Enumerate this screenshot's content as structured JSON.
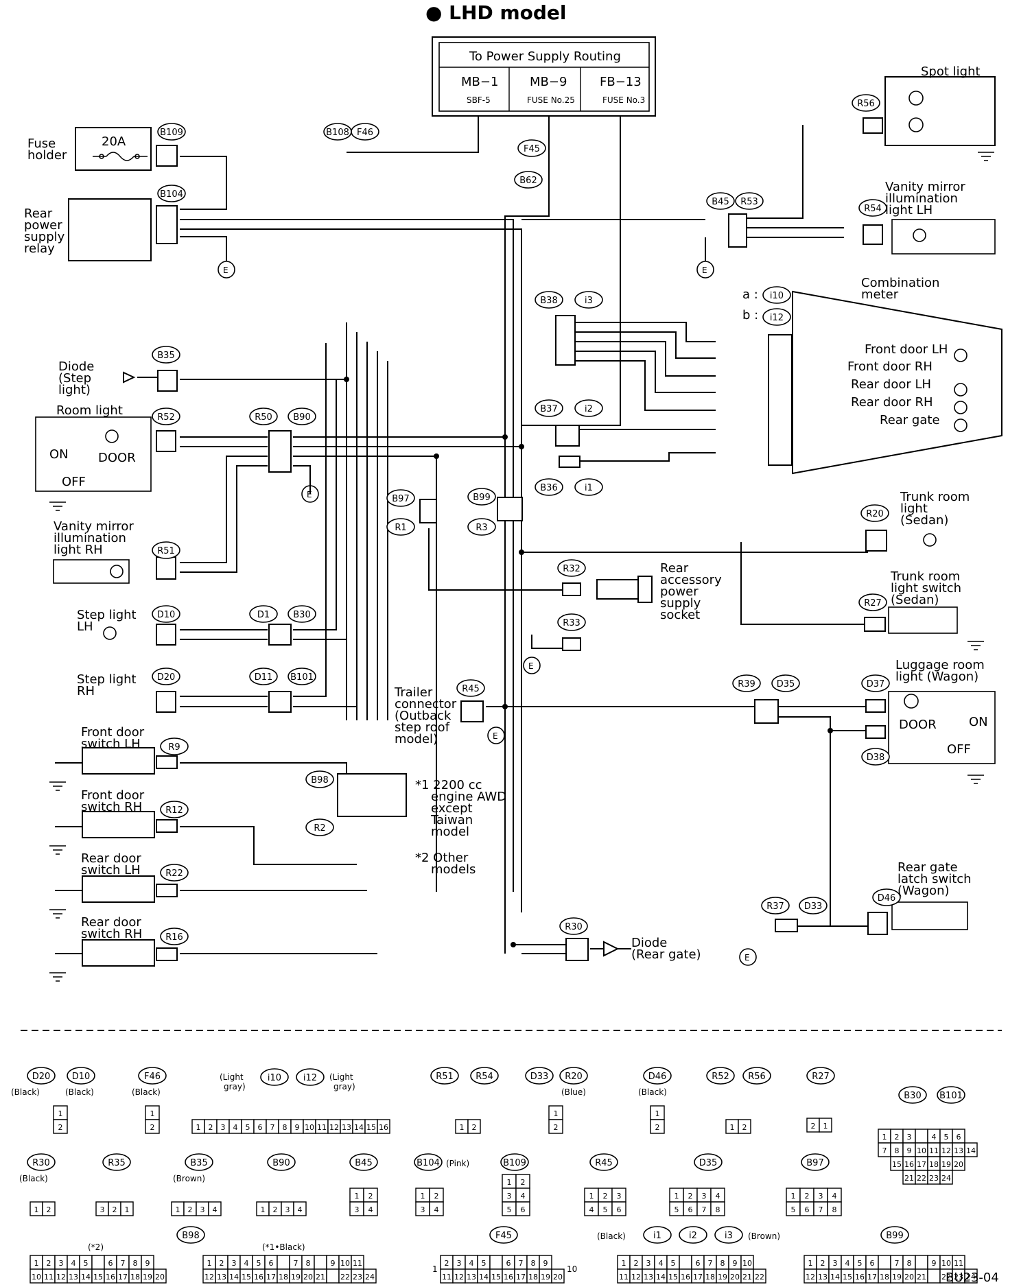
{
  "title": "● LHD model",
  "code": "BU23-04",
  "power_supply": {
    "heading": "To Power Supply Routing",
    "cols": [
      {
        "name": "MB−1",
        "sub": "SBF-5"
      },
      {
        "name": "MB−9",
        "sub": "FUSE No.25"
      },
      {
        "name": "FB−13",
        "sub": "FUSE No.3"
      }
    ]
  },
  "components": {
    "fuse_holder": [
      "Fuse",
      "holder"
    ],
    "fuse_rating": "20A",
    "rear_relay": [
      "Rear",
      "power",
      "supply",
      "relay"
    ],
    "spot_light": "Spot light",
    "vanity_lh": [
      "Vanity mirror",
      "illumination",
      "light LH"
    ],
    "combination_meter": [
      "Combination",
      "meter"
    ],
    "meter_a": "a :",
    "meter_b": "b :",
    "front_door_lh": "Front door LH",
    "front_door_rh": "Front door RH",
    "rear_door_lh": "Rear door LH",
    "rear_door_rh": "Rear door RH",
    "rear_gate": "Rear gate",
    "diode_step": [
      "Diode",
      "(Step",
      "light)"
    ],
    "room_light": "Room light",
    "on": "ON",
    "off": "OFF",
    "door": "DOOR",
    "vanity_rh": [
      "Vanity mirror",
      "illumination",
      "light RH"
    ],
    "step_light_lh": [
      "Step light",
      "LH"
    ],
    "step_light_rh": [
      "Step light",
      "RH"
    ],
    "front_door_switch_lh": [
      "Front door",
      "switch LH"
    ],
    "front_door_switch_rh": [
      "Front door",
      "switch RH"
    ],
    "rear_door_switch_lh": [
      "Rear door",
      "switch LH"
    ],
    "rear_door_switch_rh": [
      "Rear door",
      "switch RH"
    ],
    "trunk_light": [
      "Trunk room",
      "light",
      "(Sedan)"
    ],
    "trunk_switch": [
      "Trunk room",
      "light switch",
      "(Sedan)"
    ],
    "accessory_socket": [
      "Rear",
      "accessory",
      "power",
      "supply",
      "socket"
    ],
    "trailer": [
      "Trailer",
      "connector",
      "(Outback",
      "step roof",
      "model)"
    ],
    "luggage_light": [
      "Luggage room",
      "light (Wagon)"
    ],
    "rear_gate_latch": [
      "Rear gate",
      "latch switch",
      "(Wagon)"
    ],
    "diode_rear_gate": [
      "Diode",
      "(Rear gate)"
    ],
    "note1": [
      "*1 2200 cc",
      "engine AWD",
      "except",
      "Taiwan",
      "model"
    ],
    "note2": [
      "*2 Other",
      "models"
    ],
    "earth": "E"
  },
  "connector_ids": {
    "B109": "B109",
    "B108": "B108",
    "F46": "F46",
    "B104": "B104",
    "F45": "F45",
    "B62": "B62",
    "R56": "R56",
    "B45": "B45",
    "R53": "R53",
    "R54": "R54",
    "B38": "B38",
    "i3": "i3",
    "i10": "i10",
    "i12": "i12",
    "B35": "B35",
    "R52": "R52",
    "R50": "R50",
    "B90": "B90",
    "B37": "B37",
    "i2": "i2",
    "B36": "B36",
    "i1": "i1",
    "B97": "B97",
    "R1": "R1",
    "B99": "B99",
    "R3": "R3",
    "R20": "R20",
    "R51": "R51",
    "R32": "R32",
    "R27": "R27",
    "R33": "R33",
    "D10": "D10",
    "D1": "D1",
    "B30": "B30",
    "D20": "D20",
    "D11": "D11",
    "B101": "B101",
    "R45": "R45",
    "R39": "R39",
    "D35": "D35",
    "D37": "D37",
    "D38": "D38",
    "R9": "R9",
    "R12": "R12",
    "B98": "B98",
    "R2": "R2",
    "R22": "R22",
    "R16": "R16",
    "R30": "R30",
    "R37": "R37",
    "D33": "D33",
    "D46": "D46"
  },
  "legend": {
    "row1": {
      "d20_d10": {
        "ids": [
          "D20",
          "D10"
        ],
        "colors": [
          "(Black)",
          "(Black)"
        ],
        "pins": [
          "1",
          "2"
        ]
      },
      "f46": {
        "id": "F46",
        "color": "(Black)",
        "pins": [
          "1",
          "2"
        ]
      },
      "i10_i12": {
        "ids": [
          "i10",
          "i12"
        ],
        "pre": [
          "(Light",
          "gray)"
        ],
        "post": [
          "(Light",
          "gray)"
        ],
        "pins": [
          "1",
          "2",
          "3",
          "4",
          "5",
          "6",
          "7",
          "8",
          "9",
          "10",
          "11",
          "12",
          "13",
          "14",
          "15",
          "16"
        ]
      },
      "r51_r54": {
        "ids": [
          "R51",
          "R54"
        ],
        "pins": [
          "1",
          "2"
        ]
      },
      "d33_r20": {
        "ids": [
          "D33",
          "R20"
        ],
        "color": "(Blue)",
        "pins": [
          "1",
          "2"
        ]
      },
      "d46": {
        "id": "D46",
        "color": "(Black)",
        "pins": [
          "1",
          "2"
        ]
      },
      "r52_r56": {
        "ids": [
          "R52",
          "R56"
        ],
        "pins": [
          "1",
          "2"
        ]
      },
      "r27": {
        "id": "R27",
        "pins": [
          "2",
          "1"
        ]
      },
      "b30_b101": {
        "ids": [
          "B30",
          "B101"
        ],
        "rows": [
          [
            "1",
            "2",
            "3",
            "",
            "4",
            "5",
            "6"
          ],
          [
            "7",
            "8",
            "9",
            "10",
            "11",
            "12",
            "13",
            "14"
          ],
          [
            "15",
            "16",
            "17",
            "18",
            "19",
            "20"
          ],
          [
            "21",
            "22",
            "23",
            "24"
          ]
        ]
      }
    },
    "row2": {
      "r30": {
        "id": "R30",
        "color": "(Black)",
        "pins": [
          "1",
          "2"
        ]
      },
      "r35": {
        "id": "R35",
        "pins": [
          "3",
          "2",
          "1"
        ]
      },
      "b35": {
        "id": "B35",
        "color": "(Brown)",
        "pins": [
          "1",
          "2",
          "3",
          "4"
        ]
      },
      "b90": {
        "id": "B90",
        "pins": [
          "1",
          "2",
          "3",
          "4"
        ]
      },
      "b45": {
        "id": "B45",
        "pins": [
          "1",
          "2",
          "3",
          "4"
        ]
      },
      "b104": {
        "id": "B104",
        "color": "(Pink)",
        "pins": [
          "1",
          "2",
          "3",
          "4"
        ]
      },
      "b109": {
        "id": "B109",
        "pins": [
          "1",
          "2",
          "3",
          "4",
          "5",
          "6"
        ]
      },
      "r45": {
        "id": "R45",
        "pins": [
          "1",
          "2",
          "3",
          "4",
          "5",
          "6"
        ]
      },
      "d35": {
        "id": "D35",
        "pins": [
          "1",
          "2",
          "3",
          "4",
          "5",
          "6",
          "7",
          "8"
        ]
      },
      "b97": {
        "id": "B97",
        "pins": [
          "1",
          "2",
          "3",
          "4",
          "5",
          "6",
          "7",
          "8"
        ]
      }
    },
    "row3": {
      "note2": "(*2)",
      "b98": {
        "id": "B98",
        "note": "(*1•Black)"
      },
      "f45": {
        "id": "F45"
      },
      "i1_i2_i3": {
        "ids": [
          "i1",
          "i2",
          "i3"
        ],
        "pre": "(Black)",
        "post": "(Brown)"
      },
      "b99": {
        "id": "B99"
      },
      "pins10_top": [
        "1",
        "2",
        "3",
        "4",
        "5",
        "",
        "6",
        "7",
        "8",
        "9"
      ],
      "pins10_bot": [
        "10",
        "11",
        "12",
        "13",
        "14",
        "15",
        "16",
        "17",
        "18",
        "19",
        "20"
      ],
      "pins12_top": [
        "1",
        "2",
        "3",
        "4",
        "5",
        "6",
        "",
        "7",
        "8",
        "",
        "9",
        "10",
        "11"
      ],
      "pins12_bot": [
        "12",
        "13",
        "14",
        "15",
        "16",
        "17",
        "18",
        "19",
        "20",
        "21",
        "",
        "22",
        "23",
        "24"
      ],
      "pinsF45_top": [
        "2",
        "3",
        "4",
        "5",
        "",
        "6",
        "7",
        "8",
        "9"
      ],
      "pinsF45_bot": [
        "11",
        "12",
        "13",
        "14",
        "15",
        "16",
        "17",
        "18",
        "19",
        "20"
      ],
      "pinsF45_sides": [
        "1",
        "10"
      ],
      "pinsI_top": [
        "1",
        "2",
        "3",
        "4",
        "5",
        "",
        "6",
        "7",
        "8",
        "9",
        "10"
      ],
      "pinsI_bot": [
        "11",
        "12",
        "13",
        "14",
        "15",
        "16",
        "17",
        "18",
        "19",
        "20",
        "21",
        "22"
      ]
    }
  }
}
